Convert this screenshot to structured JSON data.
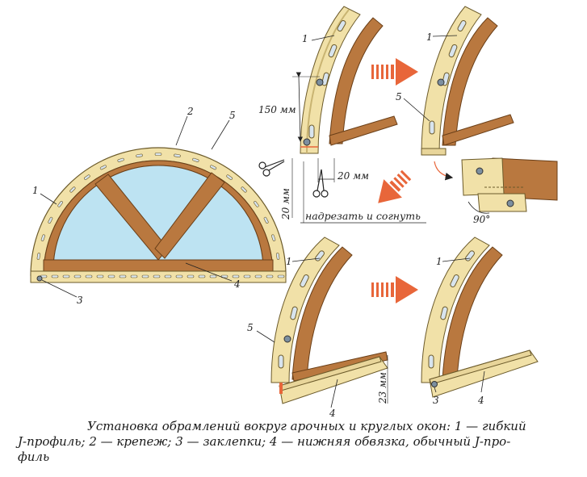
{
  "labels": {
    "main": {
      "n1": "1",
      "n2": "2",
      "n3": "3",
      "n4": "4",
      "n5": "5"
    },
    "panel_a": {
      "n1": "1",
      "dim_150": "150 мм",
      "dim_20_h": "20 мм",
      "dim_20_v": "20 мм",
      "note": "надрезать и согнуть"
    },
    "panel_b": {
      "n1": "1",
      "n5": "5"
    },
    "detail": {
      "angle": "90°"
    },
    "panel_c": {
      "n1": "1",
      "n5": "5",
      "n4": "4",
      "dim_23": "23 мм"
    },
    "panel_d": {
      "n1": "1",
      "n3": "3",
      "n4": "4"
    }
  },
  "caption": {
    "line1": "Установка обрамлений вокруг арочных и круглых окон: 1 — гибкий",
    "line2": "J-профиль; 2 — крепеж; 3 — заклепки; 4 — нижняя обвязка, обычный J-про-",
    "line3": "филь"
  },
  "colors": {
    "profile": "#f1e1a8",
    "profile_dark": "#c9b472",
    "wood": "#b9783f",
    "wood_dark": "#8a5526",
    "glass": "#bde3f2",
    "arrow": "#e8663a",
    "slot": "#d8e4ee"
  }
}
